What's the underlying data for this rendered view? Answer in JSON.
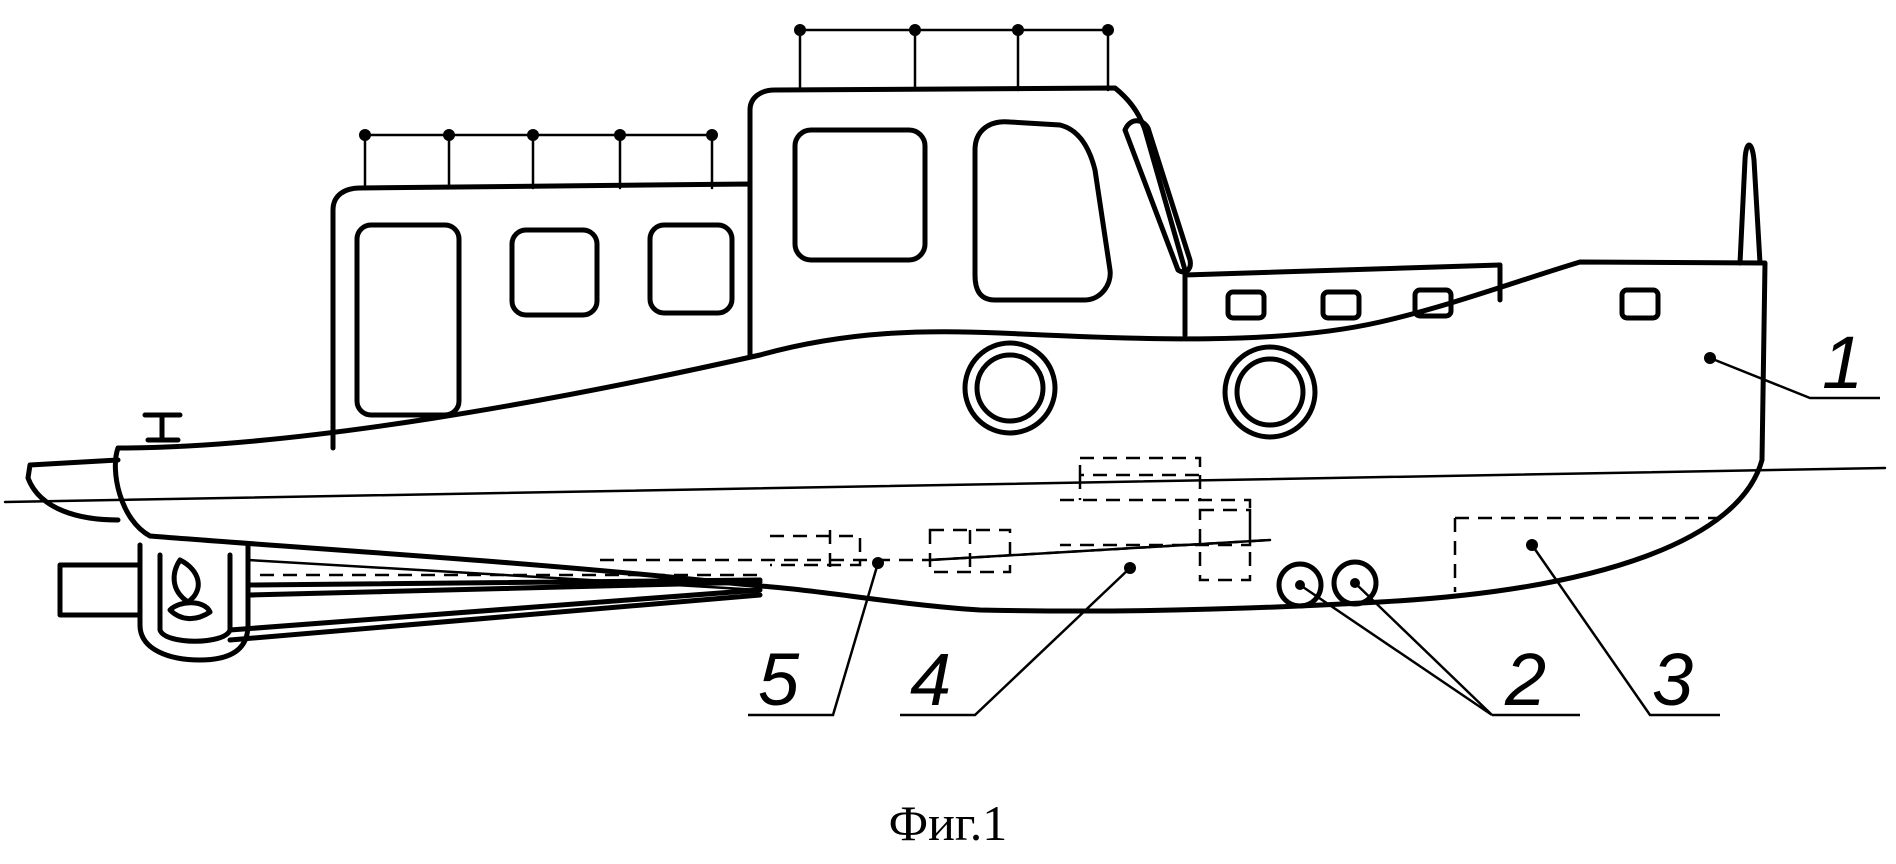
{
  "figure": {
    "caption": "Фиг.1",
    "callouts": [
      {
        "id": "1",
        "label": "1"
      },
      {
        "id": "2",
        "label": "2"
      },
      {
        "id": "3",
        "label": "3"
      },
      {
        "id": "4",
        "label": "4"
      },
      {
        "id": "5",
        "label": "5"
      }
    ]
  }
}
